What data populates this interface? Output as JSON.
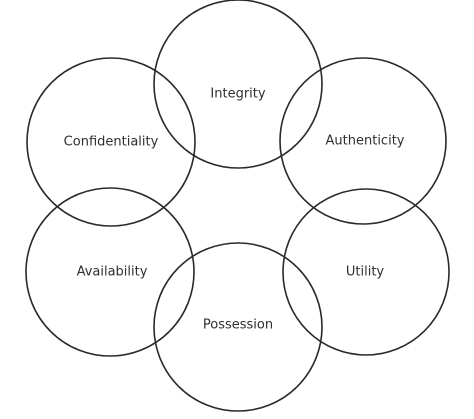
{
  "diagram": {
    "nodes": [
      {
        "id": "integrity",
        "label": "Integrity"
      },
      {
        "id": "authenticity",
        "label": "Authenticity"
      },
      {
        "id": "utility",
        "label": "Utility"
      },
      {
        "id": "possession",
        "label": "Possession"
      },
      {
        "id": "availability",
        "label": "Availability"
      },
      {
        "id": "confidentiality",
        "label": "Confidentiality"
      }
    ],
    "colors": {
      "stroke": "#2a2a2a",
      "text": "#2f2f2f",
      "background": "#ffffff"
    }
  }
}
